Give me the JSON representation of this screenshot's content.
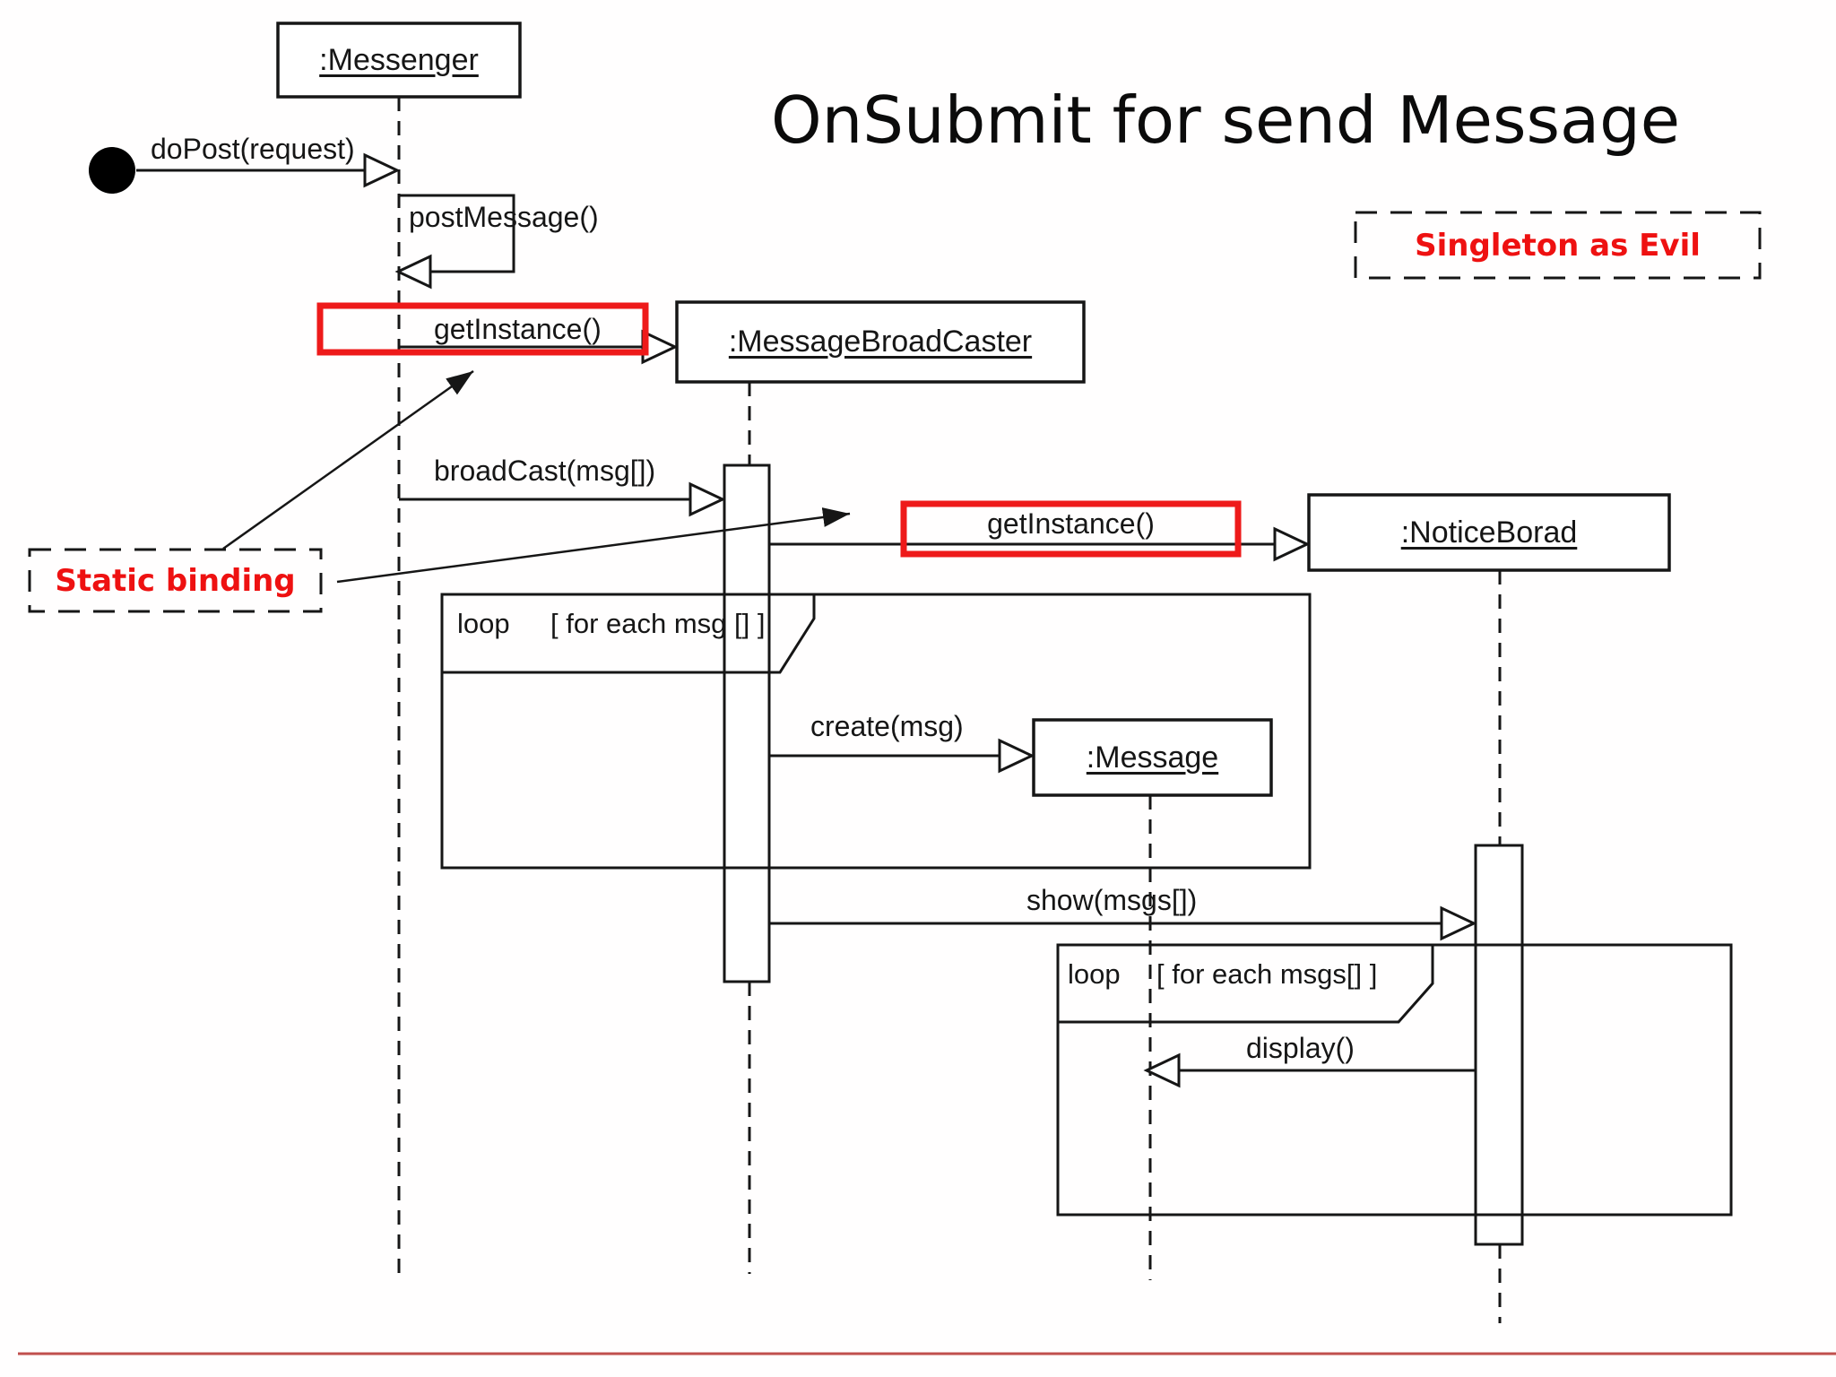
{
  "slide": {
    "title": "OnSubmit for send Message",
    "bottom_rule_color": "#c0504d"
  },
  "annotations": {
    "singleton_note": "Singleton as Evil",
    "static_binding_note": "Static binding",
    "note_color": "#ee1111",
    "highlight_color": "#ee1a1a"
  },
  "lifelines": {
    "messenger": ":Messenger",
    "broadcaster": ":MessageBroadCaster",
    "noticeboard": ":NoticeBorad",
    "message": ":Message"
  },
  "messages": {
    "dopost": "doPost(request)",
    "postmessage": "postMessage()",
    "getinstance1": "getInstance()",
    "broadcast": "broadCast(msg[])",
    "getinstance2": "getInstance()",
    "create": "create(msg)",
    "show": "show(msgs[])",
    "display": "display()"
  },
  "fragments": {
    "loop1_operator": "loop",
    "loop1_guard": "[ for each msg [] ]",
    "loop2_operator": "loop",
    "loop2_guard": "[ for each msgs[] ]"
  }
}
